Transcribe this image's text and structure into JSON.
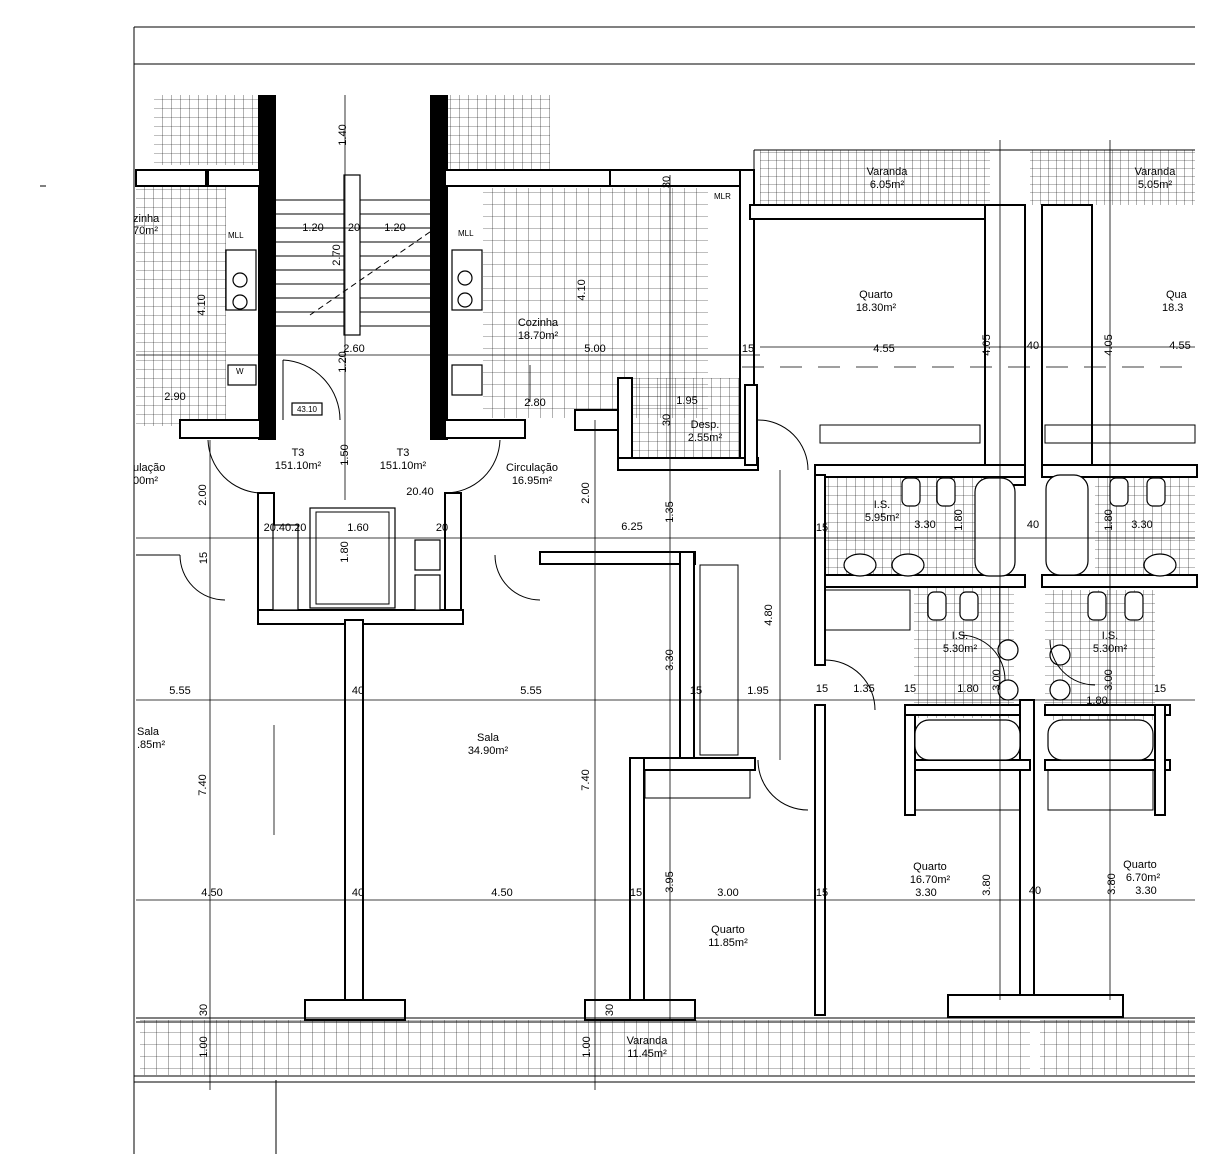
{
  "rooms": {
    "kitchen_left": {
      "name": "zinha",
      "area": "70m²"
    },
    "kitchen_center": {
      "name": "Cozinha",
      "area": "18.70m²"
    },
    "t3_left": {
      "name": "T3",
      "area": "151.10m²"
    },
    "t3_right": {
      "name": "T3",
      "area": "151.10m²"
    },
    "circulation_left": {
      "name": "ulação",
      "area": "00m²"
    },
    "circulation_center": {
      "name": "Circulação",
      "area": "16.95m²"
    },
    "storage": {
      "name": "Desp.",
      "area": "2.55m²"
    },
    "balcony_top_1": {
      "name": "Varanda",
      "area": "6.05m²"
    },
    "balcony_top_2": {
      "name": "Varanda",
      "area": "5.05m²"
    },
    "bedroom_top_1": {
      "name": "Quarto",
      "area": "18.30m²"
    },
    "bedroom_top_2": {
      "name": "Qua",
      "area": "18.3"
    },
    "wc_1": {
      "name": "I.S.",
      "area": "5.95m²"
    },
    "wc_2": {
      "name": "I.S.",
      "area": "5.30m²"
    },
    "wc_3": {
      "name": "I.S.",
      "area": "5.30m²"
    },
    "living_left": {
      "name": "Sala",
      "area": ".85m²"
    },
    "living_center": {
      "name": "Sala",
      "area": "34.90m²"
    },
    "bedroom_small": {
      "name": "Quarto",
      "area": "11.85m²"
    },
    "bedroom_mid": {
      "name": "Quarto",
      "area": "16.70m²"
    },
    "bedroom_right": {
      "name": "Quarto",
      "area": "6.70m²"
    },
    "balcony_bottom": {
      "name": "Varanda",
      "area": "11.45m²"
    }
  },
  "fixtures": {
    "mll": "MLL",
    "mlr": "MLR",
    "washer": "W",
    "tag": "43.10"
  },
  "dimensions": {
    "d_1_40": "1.40",
    "d_1_20a": "1.20",
    "d_20": "20",
    "d_1_20b": "1.20",
    "d_4_10a": "4.10",
    "d_2_70": "2.70",
    "d_4_10b": "4.10",
    "d_30a": "30",
    "d_2_60": "2.60",
    "d_30b": "30",
    "d_5_00": "5.00",
    "d_15a": "15",
    "d_4_55a": "4.55",
    "d_4_05a": "4.05",
    "d_40a": "40",
    "d_4_05b": "4.05",
    "d_4_55b": "4.55",
    "d_1_20c": "1.20",
    "d_2_90a": "2.90",
    "d_2_80": "2.80",
    "d_1_95": "1.95",
    "d_30c": "30",
    "d_1_50": "1.50",
    "d_2_00a": "2.00",
    "d_2_00b": "2.00",
    "d_20_40": "20.40",
    "d_1_35a": "1.35",
    "d_6_25": "6.25",
    "d_20_40_20": "20.40.20",
    "d_1_60": "1.60",
    "d_20b": "20",
    "d_1_80a": "1.80",
    "d_15b": "15",
    "d_3_30a": "3.30",
    "d_1_80b": "1.80",
    "d_40b": "40",
    "d_1_80c": "1.80",
    "d_3_30b": "3.30",
    "d_15c": "15",
    "d_4_80": "4.80",
    "d_3_30c": "3.30",
    "d_5_55a": "5.55",
    "d_40c": "40",
    "d_5_55b": "5.55",
    "d_15d": "15",
    "d_1_95b": "1.95",
    "d_15e": "15",
    "d_1_35b": "1.35",
    "d_15f": "15",
    "d_1_80d": "1.80",
    "d_3_00a": "3.00",
    "d_1_80e": "1.80",
    "d_3_00b": "3.00",
    "d_15g": "15",
    "d_7_40a": "7.40",
    "d_7_40b": "7.40",
    "d_4_50a": "4.50",
    "d_40d": "40",
    "d_4_50b": "4.50",
    "d_15h": "15",
    "d_3_95": "3.95",
    "d_3_00c": "3.00",
    "d_15i": "15",
    "d_3_30d": "3.30",
    "d_3_80a": "3.80",
    "d_40e": "40",
    "d_3_80b": "3.80",
    "d_3_30e": "3.30",
    "d_30d": "30",
    "d_30e": "30",
    "d_1_00": "1.00",
    "d_1_00b": "1.00",
    "d_30f": "30"
  }
}
